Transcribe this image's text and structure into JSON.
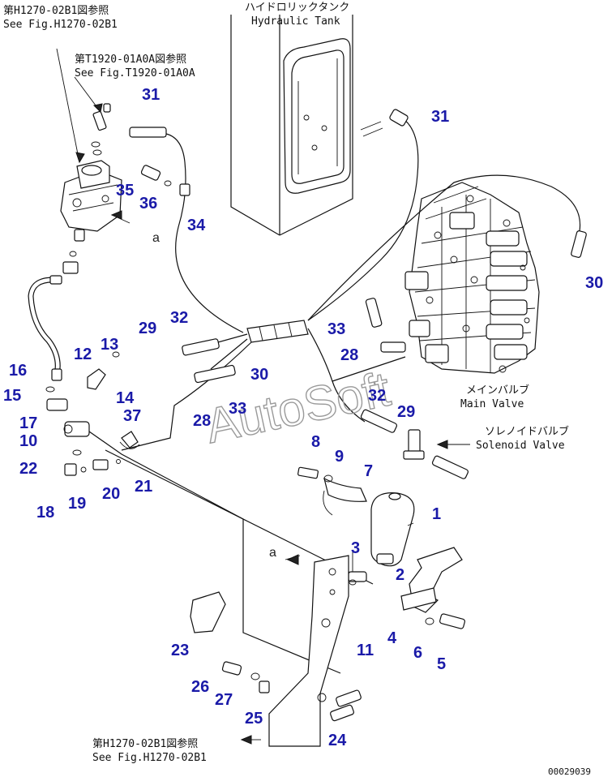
{
  "references": {
    "top_left_1_jp": "第H1270-02B1図参照",
    "top_left_1_en": "See Fig.H1270-02B1",
    "top_left_2_jp": "第T1920-01A0A図参照",
    "top_left_2_en": "See Fig.T1920-01A0A",
    "tank_jp": "ハイドロリックタンク",
    "tank_en": "Hydraulic Tank",
    "main_valve_jp": "メインバルブ",
    "main_valve_en": "Main Valve",
    "solenoid_jp": "ソレノイドバルブ",
    "solenoid_en": "Solenoid Valve",
    "bottom_jp": "第H1270-02B1図参照",
    "bottom_en": "See Fig.H1270-02B1"
  },
  "part_numbers": {
    "n1": "1",
    "n2": "2",
    "n3": "3",
    "n4": "4",
    "n5": "5",
    "n6": "6",
    "n7": "7",
    "n8": "8",
    "n9": "9",
    "n10": "10",
    "n11": "11",
    "n12": "12",
    "n13": "13",
    "n14": "14",
    "n15": "15",
    "n16": "16",
    "n17": "17",
    "n18": "18",
    "n19": "19",
    "n20": "20",
    "n21": "21",
    "n22": "22",
    "n23": "23",
    "n24": "24",
    "n25": "25",
    "n26": "26",
    "n27": "27",
    "n28a": "28",
    "n28b": "28",
    "n29a": "29",
    "n29b": "29",
    "n30a": "30",
    "n30b": "30",
    "n31a": "31",
    "n31b": "31",
    "n32a": "32",
    "n32b": "32",
    "n33a": "33",
    "n33b": "33",
    "n34": "34",
    "n35": "35",
    "n36": "36",
    "n37": "37"
  },
  "marker_a": "a",
  "watermark": "AutoSoft",
  "figure_id": "00029039"
}
